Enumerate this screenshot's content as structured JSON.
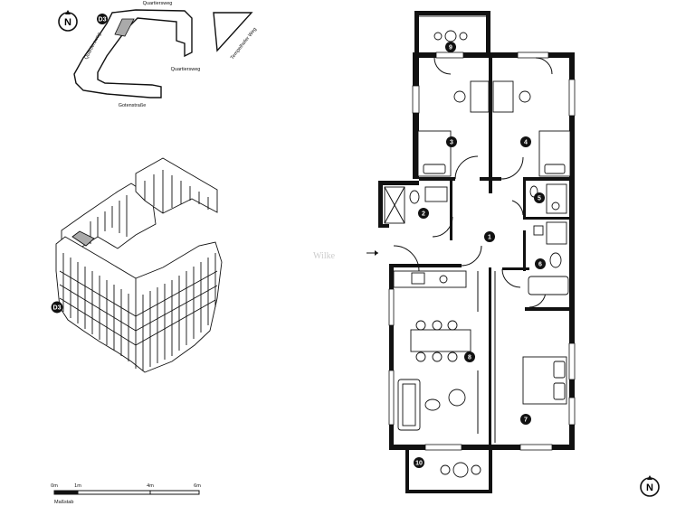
{
  "site_plan": {
    "compass": "N",
    "building_tag": "D3",
    "streets": [
      "Quartiersweg",
      "Quartiersweg",
      "Quartiersweg",
      "Gotenstraße",
      "Tempelhofer Weg"
    ]
  },
  "axonometric": {
    "building_tag": "D3"
  },
  "scale_bar": {
    "ticks": [
      "0m",
      "1m",
      "4m",
      "6m"
    ],
    "label": "Maßstab"
  },
  "floor_plan": {
    "entrance_mark": "Wilke",
    "rooms": [
      "1",
      "2",
      "3",
      "4",
      "5",
      "6",
      "7",
      "8",
      "9",
      "10"
    ]
  },
  "compass_bottom": "N"
}
